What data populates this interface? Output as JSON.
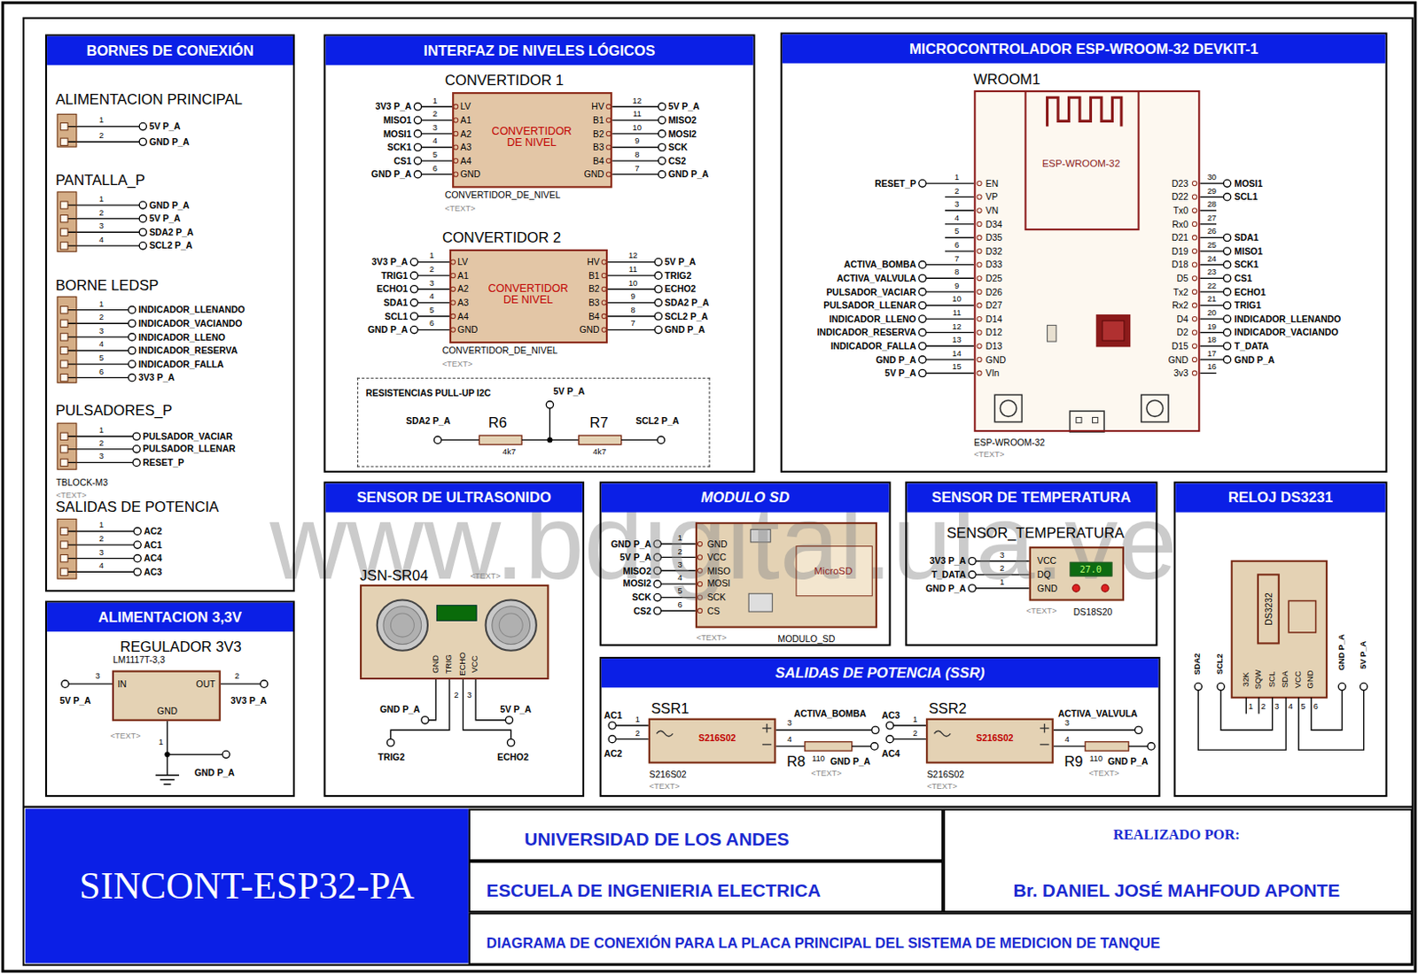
{
  "diagram": {
    "nodes": [
      {
        "text": [
          "BORNES DE CONEXIÓN"
        ]
      },
      {
        "text": [
          "ALIMENTACION PRINCIPAL"
        ],
        "in": 0
      },
      {
        "text": [
          "PANTALLA_P"
        ],
        "in": 0
      },
      {
        "text": [
          "BORNE LEDSP"
        ],
        "in": 0
      },
      {
        "text": [
          "PULSADORES_P"
        ],
        "in": 0
      },
      {
        "text": [
          "SALIDAS DE POTENCIA"
        ],
        "in": 0
      },
      {
        "text": [
          "INTERFAZ DE NIVELES LÓGICOS"
        ]
      },
      {
        "text": [
          "CONVERTIDOR 1",
          "CONVERTIDOR DE NIVEL"
        ],
        "in": 6
      },
      {
        "text": [
          "CONVERTIDOR 2",
          "CONVERTIDOR DE NIVEL"
        ],
        "in": 6
      },
      {
        "text": [
          "RESISTENCIAS PULL-UP I2C"
        ],
        "in": 6
      },
      {
        "text": [
          "MICROCONTROLADOR ESP-WROOM-32 DEVKIT-1"
        ]
      },
      {
        "text": [
          "WROOM1"
        ],
        "in": 10
      },
      {
        "text": [
          "ESP-WROOM-32"
        ],
        "in": 11
      },
      {
        "text": [
          "ALIMENTACION 3,3V"
        ]
      },
      {
        "text": [
          "REGULADOR 3V3"
        ],
        "in": 13
      },
      {
        "text": [
          "SENSOR DE ULTRASONIDO"
        ]
      },
      {
        "text": [
          "JSN-SR04"
        ],
        "in": 15
      },
      {
        "text": [
          "MODULO SD"
        ]
      },
      {
        "text": [
          "MODULO_SD"
        ],
        "in": 17
      },
      {
        "text": [
          "MicroSD"
        ],
        "in": 18
      },
      {
        "text": [
          "SENSOR DE TEMPERATURA"
        ]
      },
      {
        "text": [
          "SENSOR_TEMPERATURA"
        ],
        "in": 20
      },
      {
        "text": [
          "27.0"
        ],
        "in": 21
      },
      {
        "text": [
          "RELOJ DS3231"
        ]
      },
      {
        "text": [
          "DS3232"
        ],
        "in": 23
      },
      {
        "text": [
          "SALIDAS DE POTENCIA (SSR)"
        ]
      },
      {
        "text": [
          "SSR1",
          "S216S02"
        ],
        "in": 25
      },
      {
        "text": [
          "SSR2",
          "S216S02"
        ],
        "in": 25
      },
      {
        "text": [
          "SINCONT-ESP32-PA"
        ]
      },
      {
        "text": [
          "UNIVERSIDAD DE LOS ANDES"
        ]
      },
      {
        "text": [
          "ESCUELA DE INGENIERIA ELECTRICA"
        ]
      },
      {
        "text": [
          "REALIZADO POR:",
          "Br. DANIEL JOSÉ MAHFOUD APONTE"
        ]
      },
      {
        "text": [
          "DIAGRAMA DE CONEXIÓN PARA LA PLACA PRINCIPAL DEL SISTEMA DE MEDICION DE TANQUE"
        ]
      }
    ],
    "labels": [
      "1",
      "5V P_A",
      "2",
      "GND P_A",
      "1",
      "GND P_A",
      "2",
      "5V P_A",
      "3",
      "SDA2 P_A",
      "4",
      "SCL2 P_A",
      "1",
      "INDICADOR_LLENANDO",
      "2",
      "INDICADOR_VACIANDO",
      "3",
      "INDICADOR_LLENO",
      "4",
      "INDICADOR_RESERVA",
      "5",
      "INDICADOR_FALLA",
      "6",
      "3V3 P_A",
      "1",
      "PULSADOR_VACIAR",
      "2",
      "PULSADOR_LLENAR",
      "3",
      "RESET_P",
      "TBLOCK-M3",
      "<TEXT>",
      "1",
      "AC2",
      "2",
      "AC1",
      "3",
      "AC4",
      "4",
      "AC3",
      "3V3 P_A",
      "1",
      "LV",
      "HV",
      "12",
      "5V P_A",
      "MISO1",
      "2",
      "A1",
      "B1",
      "11",
      "MISO2",
      "MOSI1",
      "3",
      "A2",
      "B2",
      "10",
      "MOSI2",
      "SCK1",
      "4",
      "A3",
      "B3",
      "9",
      "SCK",
      "CS1",
      "5",
      "A4",
      "B4",
      "8",
      "CS2",
      "GND P_A",
      "6",
      "GND",
      "GND",
      "7",
      "GND P_A",
      "CONVERTIDOR_DE_NIVEL",
      "<TEXT>",
      "3V3 P_A",
      "1",
      "LV",
      "HV",
      "12",
      "5V P_A",
      "TRIG1",
      "2",
      "A1",
      "B1",
      "11",
      "TRIG2",
      "ECHO1",
      "3",
      "A2",
      "B2",
      "10",
      "ECHO2",
      "SDA1",
      "4",
      "A3",
      "B3",
      "9",
      "SDA2 P_A",
      "SCL1",
      "5",
      "A4",
      "B4",
      "8",
      "SCL2 P_A",
      "GND P_A",
      "6",
      "GND",
      "GND",
      "7",
      "GND P_A",
      "CONVERTIDOR_DE_NIVEL",
      "<TEXT>",
      "5V P_A",
      "SDA2 P_A",
      "R6",
      "R7",
      "SCL2 P_A",
      "4k7",
      "4k7",
      "RESET_P",
      "1",
      "EN",
      "D23",
      "30",
      "MOSI1",
      "2",
      "VP",
      "D22",
      "29",
      "SCL1",
      "3",
      "VN",
      "Tx0",
      "28",
      "4",
      "D34",
      "Rx0",
      "27",
      "5",
      "D35",
      "D21",
      "26",
      "SDA1",
      "6",
      "D32",
      "D19",
      "25",
      "MISO1",
      "ACTIVA_BOMBA",
      "7",
      "D33",
      "D18",
      "24",
      "SCK1",
      "ACTIVA_VALVULA",
      "8",
      "D25",
      "D5",
      "23",
      "CS1",
      "PULSADOR_VACIAR",
      "9",
      "D26",
      "Tx2",
      "22",
      "ECHO1",
      "PULSADOR_LLENAR",
      "10",
      "D27",
      "Rx2",
      "21",
      "TRIG1",
      "INDICADOR_LLENO",
      "11",
      "D14",
      "D4",
      "20",
      "INDICADOR_LLENANDO",
      "INDICADOR_RESERVA",
      "12",
      "D12",
      "D2",
      "19",
      "INDICADOR_VACIANDO",
      "INDICADOR_FALLA",
      "13",
      "D13",
      "D15",
      "18",
      "T_DATA",
      "GND P_A",
      "14",
      "GND",
      "GND",
      "17",
      "GND P_A",
      "5V P_A",
      "15",
      "VIn",
      "3v3",
      "16",
      "ESP-WROOM-32",
      "<TEXT>",
      "LM1117T-3,3",
      "3",
      "IN",
      "OUT",
      "2",
      "GND",
      "5V P_A",
      "3V3 P_A",
      "<TEXT>",
      "1",
      "GND P_A",
      "<TEXT>",
      "GND",
      "TRIG",
      "ECHO",
      "VCC",
      "2",
      "3",
      "GND P_A",
      "5V P_A",
      "TRIG2",
      "ECHO2",
      "GND P_A",
      "1",
      "GND",
      "5V P_A",
      "2",
      "VCC",
      "MISO2",
      "3",
      "MISO",
      "MOSI2",
      "4",
      "MOSI",
      "SCK",
      "5",
      "SCK",
      "CS2",
      "6",
      "CS",
      "<TEXT>",
      "3V3 P_A",
      "3",
      "VCC",
      "T_DATA",
      "2",
      "DQ",
      "GND P_A",
      "1",
      "GND",
      "<TEXT>",
      "DS18S20",
      "SDA2",
      "SCL2",
      "32K",
      "SQW",
      "SCL",
      "SDA",
      "VCC",
      "GND",
      "1",
      "2",
      "3",
      "4",
      "5",
      "6",
      "GND P_A",
      "5V P_A",
      "AC1",
      "1",
      "2",
      "AC2",
      "ACTIVA_BOMBA",
      "3",
      "4",
      "R8",
      "110",
      "GND P_A",
      "<TEXT>",
      "S216S02",
      "<TEXT>",
      "AC3",
      "1",
      "2",
      "AC4",
      "ACTIVA_VALVULA",
      "3",
      "4",
      "R9",
      "110",
      "GND P_A",
      "<TEXT>",
      "S216S02",
      "<TEXT>",
      "www.bdigital.ula.ve"
    ]
  }
}
